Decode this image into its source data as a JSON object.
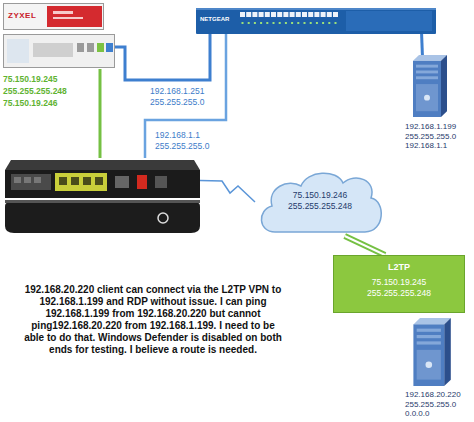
{
  "diagram": {
    "nodes": [
      {
        "text": [
          "ZYXEL",
          "75.150.19.245 255.255.255.248 75.150.19.246"
        ]
      },
      {
        "text": [
          "NETGEAR"
        ]
      },
      {
        "text": [
          "192.168.1.199 255.255.255.0 192.168.1.1"
        ]
      },
      {
        "text": [
          "192.168.1.1 255.255.255.0"
        ]
      },
      {
        "text": [
          "75.150.19.246 255.255.255.248"
        ]
      },
      {
        "text": [
          "L2TP",
          "75.150.19.245 255.255.255.248"
        ]
      },
      {
        "text": [
          "192.168.20.220 255.255.255.0 0.0.0.0"
        ]
      }
    ],
    "edges": [
      {
        "from": 0,
        "to": 1,
        "label": "192.168.1.251 255.255.255.0",
        "arrow": "none"
      },
      {
        "from": 3,
        "to": 1,
        "arrow": "none"
      },
      {
        "from": 0,
        "to": 3,
        "arrow": "none"
      },
      {
        "from": 1,
        "to": 2,
        "arrow": "none"
      },
      {
        "from": 3,
        "to": 4,
        "arrow": "none"
      },
      {
        "from": 4,
        "to": 5,
        "arrow": "none"
      }
    ],
    "labels": [
      "192.168.20.220 client can connect via the L2TP VPN to 192.168.1.199 and RDP without issue. I can ping 192.168.1.199 from 192.168.20.220 but cannot ping192.168.20.220 from 192.168.1.199. I need to be able to do that. Windows Defender is disabled on both ends for testing. I believe a route is needed."
    ]
  }
}
